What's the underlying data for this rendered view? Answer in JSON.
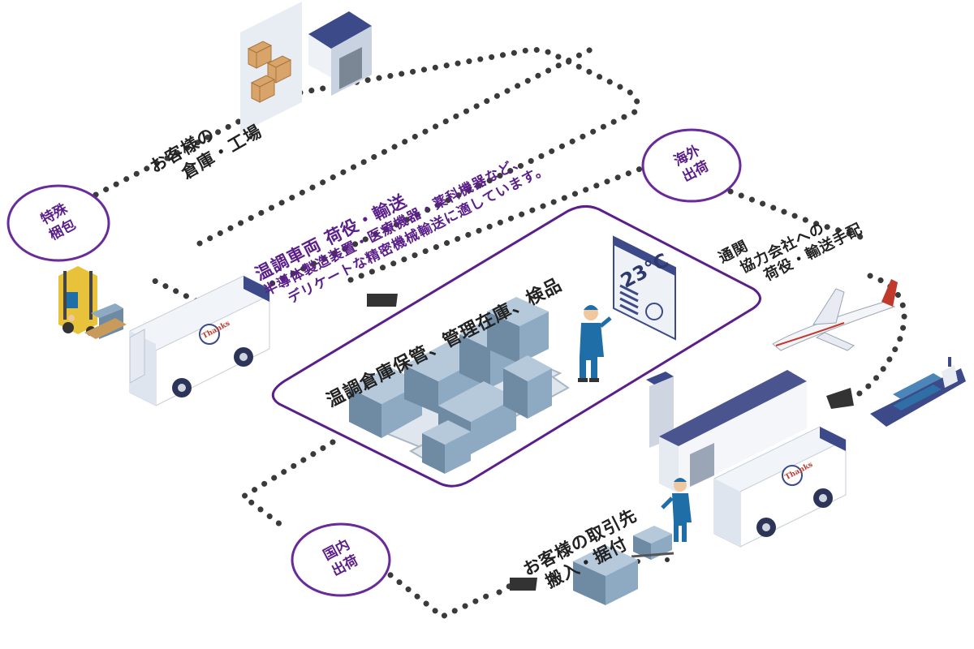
{
  "title_storage": "温調倉庫保管、管理在庫、検品",
  "customer_warehouse": [
    "お客様の",
    "倉庫・工場"
  ],
  "transport_lines": [
    "温調車両 荷役・輸送",
    "半導体製造装置・医療機器・薬科機器など、",
    "デリケートな精密機械輸送に適しています。"
  ],
  "customs_lines": [
    "通関",
    "協力会社への",
    "荷役・輸送手配"
  ],
  "customer_client": [
    "お客様の取引先",
    "搬入・据付"
  ],
  "badges": {
    "special_packing": [
      "特殊",
      "梱包"
    ],
    "overseas": [
      "海外",
      "出荷"
    ],
    "domestic": [
      "国内",
      "出荷"
    ]
  },
  "temperature_display": "23℃",
  "truck_logo_text": "Thanks",
  "colors": {
    "accent": "#5b1f8a",
    "navy": "#3d4a8a",
    "dots": "#444444"
  }
}
